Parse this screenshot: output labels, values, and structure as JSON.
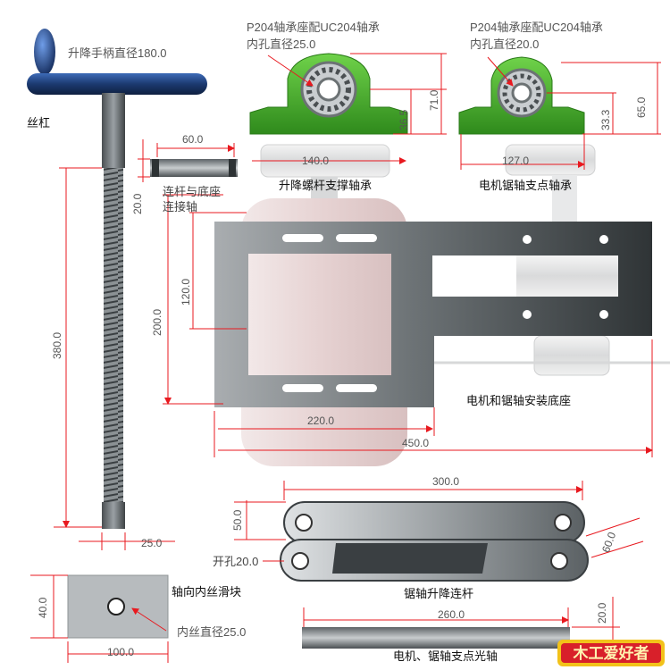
{
  "colors": {
    "dimension_line": "#e8191f",
    "bearing_housing": "#4caf2a",
    "steel_dark": "#3d4244",
    "steel_light": "#c9cdd0",
    "motor_body": "#ead8d8",
    "handle_blue": "#1f3f7a"
  },
  "labels": {
    "handle_diameter": "升降手柄直径180.0",
    "lead_screw": "丝杠",
    "bearing_left_title": "P204轴承座配UC204轴承",
    "bearing_left_bore": "内孔直径25.0",
    "bearing_right_title": "P204轴承座配UC204轴承",
    "bearing_right_bore": "内孔直径20.0",
    "lift_screw_support_bearing": "升降螺杆支撑轴承",
    "motor_saw_pivot_bearing": "电机锯轴支点轴承",
    "link_base_shaft_line1": "连杆与底座",
    "link_base_shaft_line2": "连接轴",
    "motor_saw_base": "电机和锯轴安装底座",
    "saw_lift_link": "锯轴升降连杆",
    "open_hole": "开孔20.0",
    "axial_slider": "轴向内丝滑块",
    "slider_bore": "内丝直径25.0",
    "pivot_shaft": "电机、锯轴支点光轴"
  },
  "dimensions": {
    "d_60": "60.0",
    "d_20_shaft": "20.0",
    "d_140": "140.0",
    "d_127": "127.0",
    "d_36_5": "36.5",
    "d_71": "71.0",
    "d_33_3": "33.3",
    "d_65": "65.0",
    "d_380": "380.0",
    "d_120": "120.0",
    "d_200": "200.0",
    "d_220": "220.0",
    "d_450": "450.0",
    "d_300": "300.0",
    "d_50": "50.0",
    "d_60_link": "60.0",
    "d_25": "25.0",
    "d_40": "40.0",
    "d_100": "100.0",
    "d_260": "260.0",
    "d_20_rod": "20.0"
  },
  "logo": {
    "text": "木工爱好者"
  }
}
